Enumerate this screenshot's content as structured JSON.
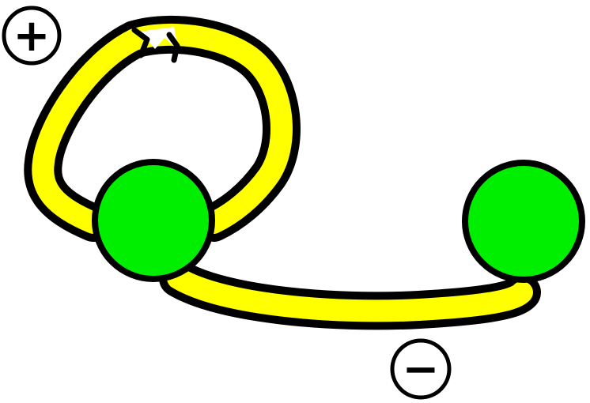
{
  "diagram": {
    "colors": {
      "background": "#ffffff",
      "outline": "#000000",
      "band": "#ffff00",
      "node": "#00ee00",
      "sign_fill": "#ffffff"
    },
    "nodes": [
      {
        "name": "left-node",
        "color": "#00ee00"
      },
      {
        "name": "right-node",
        "color": "#00ee00"
      }
    ],
    "bands": [
      {
        "name": "upper-loop-band",
        "color": "#ffff00"
      },
      {
        "name": "lower-connector-band",
        "color": "#ffff00"
      }
    ],
    "signs": [
      {
        "name": "plus-sign",
        "symbol": "+"
      },
      {
        "name": "minus-sign",
        "symbol": "−"
      }
    ]
  }
}
